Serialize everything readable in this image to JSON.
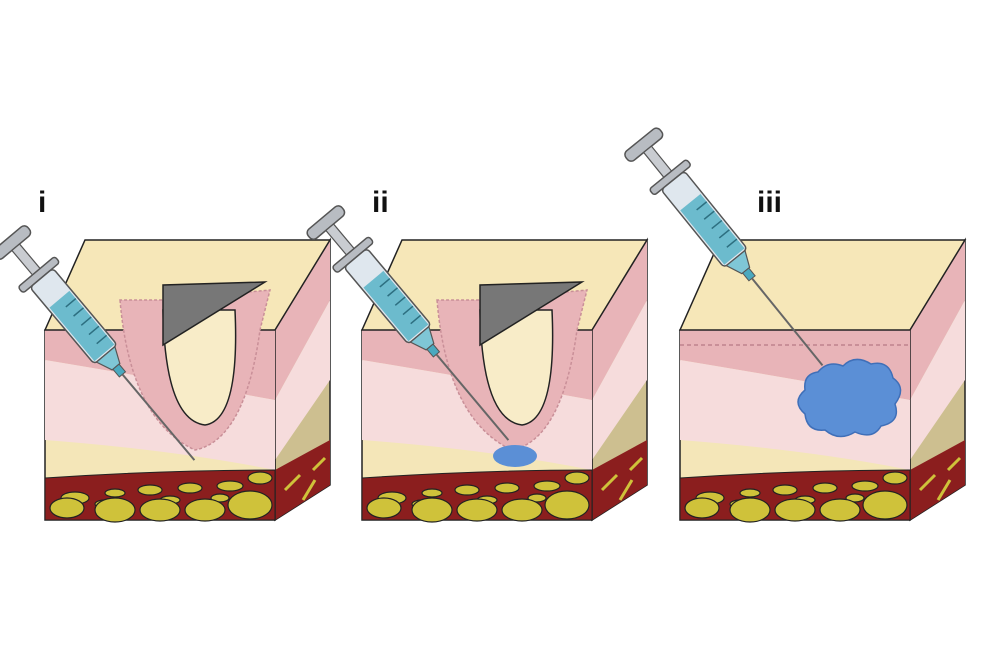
{
  "panels": [
    {
      "label": "i"
    },
    {
      "label": "ii"
    },
    {
      "label": "iii"
    }
  ],
  "colors": {
    "epidermis": "#e8b4b8",
    "dermis": "#f6dcdc",
    "top": "#f6e7b8",
    "hypodermis": "#f4e6b8",
    "fat_layer": "#8b1e1e",
    "fat_cells": "#cfc23a",
    "side": "#cdbf90",
    "filler": "#5b8fd6",
    "syringe": "#5fb6c9"
  }
}
